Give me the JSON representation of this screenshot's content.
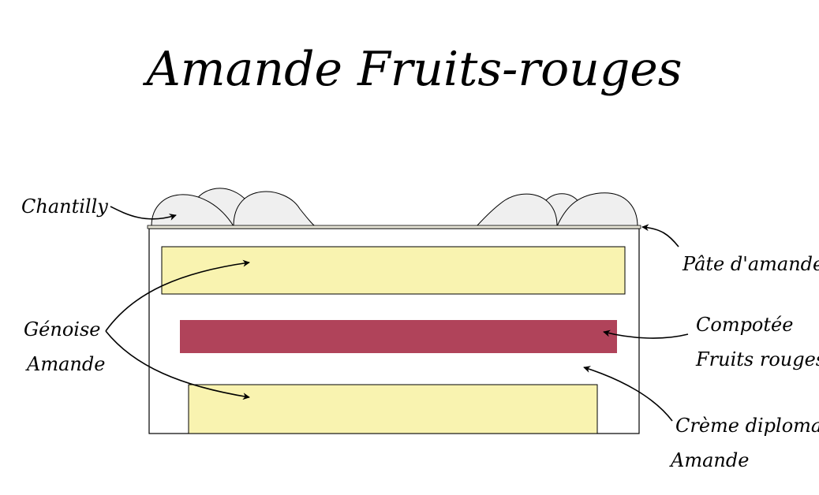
{
  "title": "Amande Fruits-rouges",
  "labels": {
    "chantilly": "Chantilly",
    "pate_amande": "Pâte d'amande",
    "genoise_line1": "Génoise",
    "genoise_line2": "Amande",
    "compotee_line1": "Compotée",
    "compotee_line2": "Fruits rouges",
    "creme_line1": "Crème diplomate",
    "creme_line2": "Amande"
  },
  "colors": {
    "genoise": "#f9f3b0",
    "compotee": "#b0435a",
    "chantilly": "#efefef",
    "pate_amande": "#e6e4d6",
    "outline": "#000000",
    "background": "#ffffff"
  }
}
